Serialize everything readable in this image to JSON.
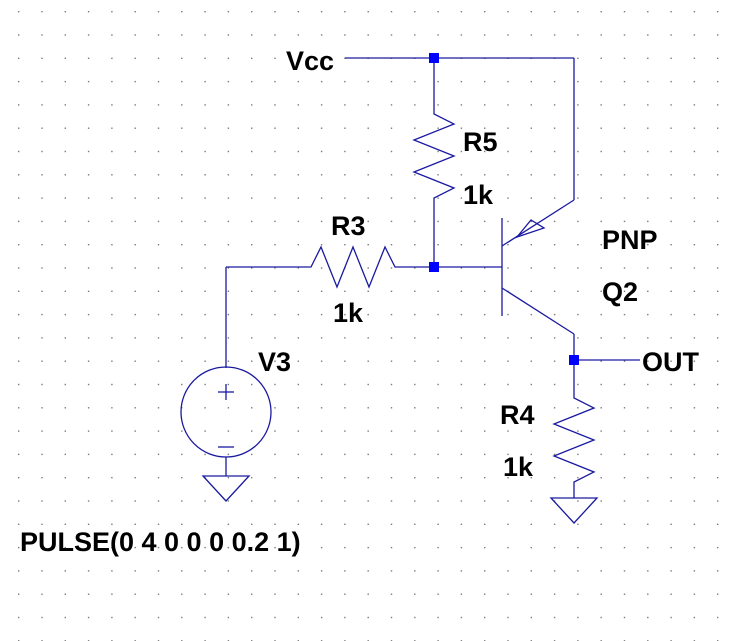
{
  "colors": {
    "background": "#ffffff",
    "grid": "#7a7a7a",
    "wire": "#1a1aa0",
    "junction": "#0000ff",
    "text": "#000000"
  },
  "nets": {
    "supply": "Vcc",
    "output": "OUT"
  },
  "components": {
    "r5": {
      "name": "R5",
      "value": "1k"
    },
    "r3": {
      "name": "R3",
      "value": "1k"
    },
    "r4": {
      "name": "R4",
      "value": "1k"
    },
    "q2": {
      "type": "PNP",
      "name": "Q2"
    },
    "v3": {
      "name": "V3",
      "value": "PULSE(0 4 0 0 0 0.2 1)",
      "plus": "+",
      "minus": "−"
    }
  }
}
